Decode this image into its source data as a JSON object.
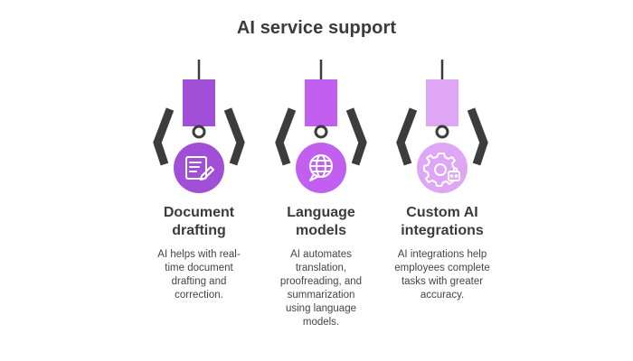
{
  "title": "AI service support",
  "colors": {
    "claw": "#3c3c3c",
    "col1_block": "#a14fd6",
    "col1_circle": "#a14fd6",
    "col2_block": "#c25ff0",
    "col2_circle": "#c25ff0",
    "col3_block": "#dea6f5",
    "col3_circle": "#dea6f5"
  },
  "columns": [
    {
      "icon": "document-edit-icon",
      "heading_line1": "Document",
      "heading_line2": "drafting",
      "desc_lines": [
        "AI helps with real-",
        "time document",
        "drafting and",
        "correction."
      ]
    },
    {
      "icon": "globe-chat-icon",
      "heading_line1": "Language",
      "heading_line2": "models",
      "desc_lines": [
        "AI automates",
        "translation,",
        "proofreading, and",
        "summarization",
        "using language",
        "models."
      ]
    },
    {
      "icon": "gear-bot-icon",
      "heading_line1": "Custom AI",
      "heading_line2": "integrations",
      "desc_lines": [
        "AI integrations help",
        "employees complete",
        "tasks with greater",
        "accuracy."
      ]
    }
  ]
}
